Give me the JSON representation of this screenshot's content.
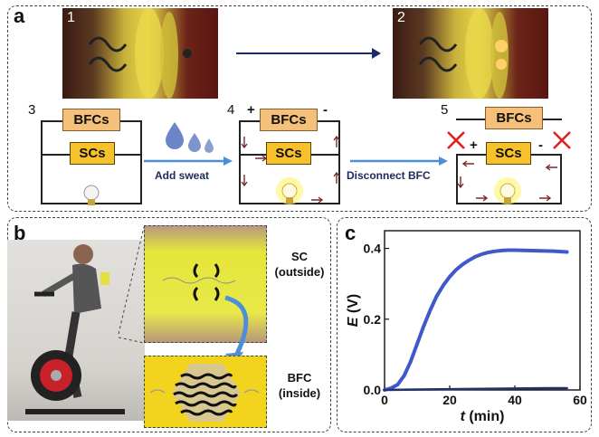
{
  "panel_a": {
    "letter": "a",
    "photo1_number": "1",
    "photo2_number": "2",
    "step3_number": "3",
    "step4_number": "4",
    "step5_number": "5",
    "bfc_label": "BFCs",
    "sc_label": "SCs",
    "plus": "+",
    "minus": "-",
    "add_sweat_label": "Add sweat",
    "disconnect_label": "Disconnect BFC"
  },
  "panel_b": {
    "letter": "b",
    "sc_label": "SC\n(outside)",
    "bfc_label": "BFC\n(inside)"
  },
  "panel_c": {
    "letter": "c",
    "chart_data": {
      "type": "line",
      "ylabel": "E (V)",
      "xlabel": "t (min)",
      "xlim": [
        0,
        60
      ],
      "ylim": [
        0,
        0.45
      ],
      "xticks": [
        "0",
        "20",
        "40",
        "60"
      ],
      "yticks": [
        "0.0",
        "0.2",
        "0.4"
      ],
      "series": [
        {
          "color": "#4058c8",
          "x": [
            0,
            2,
            4,
            6,
            8,
            10,
            12,
            14,
            16,
            18,
            20,
            22,
            24,
            26,
            28,
            30,
            32,
            34,
            36,
            38,
            40,
            44,
            48,
            52,
            56
          ],
          "y": [
            0.0,
            0.005,
            0.015,
            0.04,
            0.08,
            0.13,
            0.18,
            0.225,
            0.265,
            0.295,
            0.32,
            0.34,
            0.355,
            0.367,
            0.377,
            0.384,
            0.389,
            0.392,
            0.394,
            0.395,
            0.395,
            0.394,
            0.393,
            0.392,
            0.39
          ]
        },
        {
          "color": "#223366",
          "x": [
            0,
            10,
            20,
            30,
            40,
            50,
            56
          ],
          "y": [
            0.0,
            0.001,
            0.002,
            0.003,
            0.004,
            0.005,
            0.005
          ]
        }
      ]
    }
  }
}
